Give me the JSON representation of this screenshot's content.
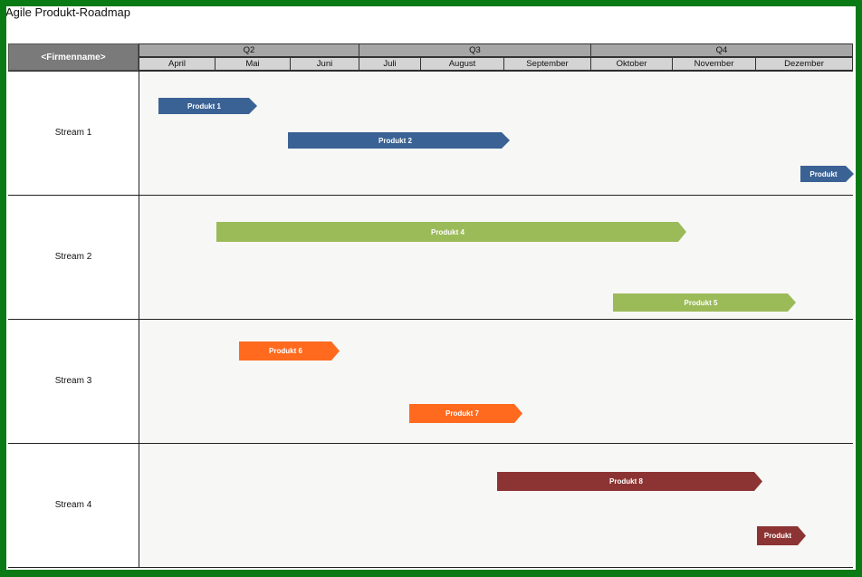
{
  "title": "Agile Produkt-Roadmap",
  "company": "<Firmenname>",
  "quarters": [
    {
      "label": "Q2",
      "start": 0,
      "end": 3
    },
    {
      "label": "Q3",
      "start": 3,
      "end": 6
    },
    {
      "label": "Q4",
      "start": 6,
      "end": 9
    }
  ],
  "months": [
    "April",
    "Mai",
    "Juni",
    "Juli",
    "August",
    "September",
    "Oktober",
    "November",
    "Dezember"
  ],
  "streams": [
    {
      "label": "Stream 1",
      "color": "#3b6294"
    },
    {
      "label": "Stream 2",
      "color": "#9bbb59"
    },
    {
      "label": "Stream 3",
      "color": "#ff6a1f"
    },
    {
      "label": "Stream 4",
      "color": "#8c3433"
    }
  ],
  "products": [
    {
      "label": "Produkt 1",
      "stream": 0,
      "start": 0.25,
      "end": 1.55
    },
    {
      "label": "Produkt 2",
      "stream": 0,
      "start": 1.95,
      "end": 5.05
    },
    {
      "label": "Produkt",
      "stream": 0,
      "start": 8.45,
      "end": 9.0
    },
    {
      "label": "Produkt 4",
      "stream": 1,
      "start": 1.0,
      "end": 7.15
    },
    {
      "label": "Produkt 5",
      "stream": 1,
      "start": 6.25,
      "end": 8.4
    },
    {
      "label": "Produkt 6",
      "stream": 2,
      "start": 1.3,
      "end": 2.7
    },
    {
      "label": "Produkt 7",
      "stream": 2,
      "start": 3.8,
      "end": 5.2
    },
    {
      "label": "Produkt 8",
      "stream": 3,
      "start": 4.9,
      "end": 8.05
    },
    {
      "label": "Produkt",
      "stream": 3,
      "start": 8.0,
      "end": 8.5
    }
  ]
}
